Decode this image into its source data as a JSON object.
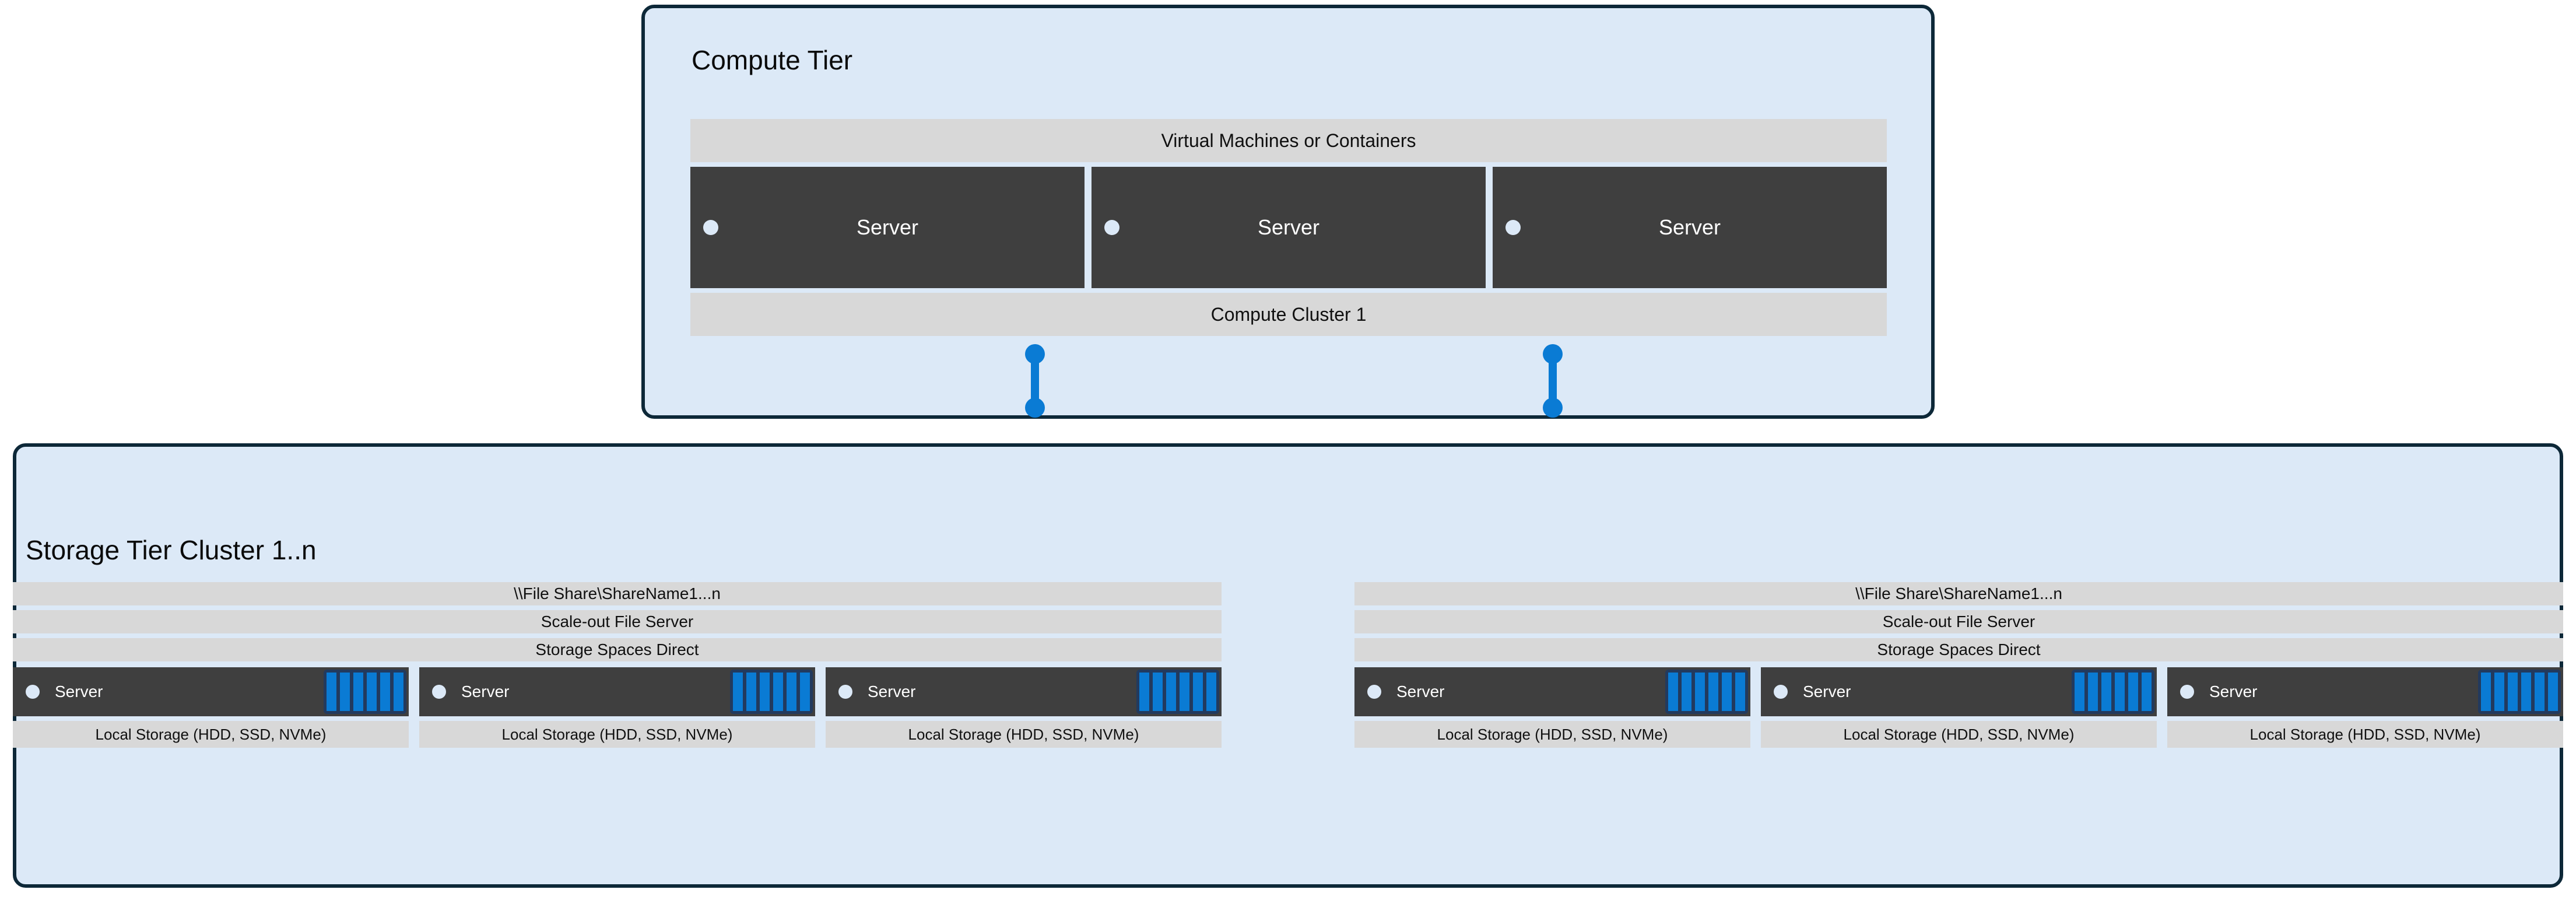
{
  "colors": {
    "panel_fill": "#dce9f7",
    "panel_border": "#0d2838",
    "bar_gray": "#d8d8d8",
    "server_dark": "#3f3f3f",
    "accent_blue": "#0a7bd4",
    "disk_tray": "#223a5e",
    "page_background": "#ffffff"
  },
  "compute_tier": {
    "title": "Compute Tier",
    "top_bar_label": "Virtual Machines or Containers",
    "bottom_bar_label": "Compute Cluster 1",
    "servers": [
      {
        "label": "Server",
        "status_icon": "status-dot-icon"
      },
      {
        "label": "Server",
        "status_icon": "status-dot-icon"
      },
      {
        "label": "Server",
        "status_icon": "status-dot-icon"
      }
    ]
  },
  "connectors": [
    {
      "icon": "folder-icon",
      "endpoint_icon": "connector-dot-icon"
    },
    {
      "icon": "folder-icon",
      "endpoint_icon": "connector-dot-icon"
    }
  ],
  "storage_tier": {
    "title": "Storage Tier Cluster 1..n",
    "clusters": [
      {
        "bars": [
          "\\\\File Share\\ShareName1...n",
          "Scale-out File Server",
          "Storage Spaces Direct"
        ],
        "nodes": [
          {
            "label": "Server",
            "storage_label": "Local Storage (HDD, SSD, NVMe)",
            "disk_count": 6
          },
          {
            "label": "Server",
            "storage_label": "Local Storage (HDD, SSD, NVMe)",
            "disk_count": 6
          },
          {
            "label": "Server",
            "storage_label": "Local Storage (HDD, SSD, NVMe)",
            "disk_count": 6
          }
        ]
      },
      {
        "bars": [
          "\\\\File Share\\ShareName1...n",
          "Scale-out File Server",
          "Storage Spaces Direct"
        ],
        "nodes": [
          {
            "label": "Server",
            "storage_label": "Local Storage (HDD, SSD, NVMe)",
            "disk_count": 6
          },
          {
            "label": "Server",
            "storage_label": "Local Storage (HDD, SSD, NVMe)",
            "disk_count": 6
          },
          {
            "label": "Server",
            "storage_label": "Local Storage (HDD, SSD, NVMe)",
            "disk_count": 6
          }
        ]
      }
    ]
  }
}
